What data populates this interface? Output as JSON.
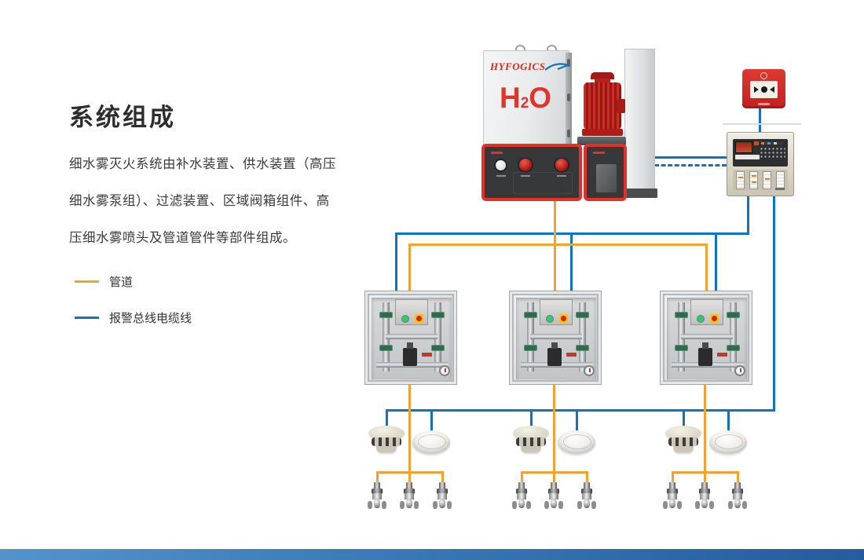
{
  "intro": {
    "title": "系统组成",
    "lines": [
      "细水雾灭火系统由补水装置、供水装置（高压",
      "细水雾泵组）、过滤装置、区域阀箱组件、高",
      "压细水雾喷头及管道管件等部件组成。"
    ]
  },
  "legend": {
    "pipe_label": "管道",
    "cable_label": "报警总线电缆线",
    "pipe_color": "#F2A133",
    "cable_color": "#1173BE"
  },
  "pump_unit": {
    "brand": "HYFOGICS",
    "tank_h": "H",
    "tank_sub": "2",
    "tank_o": "O"
  }
}
